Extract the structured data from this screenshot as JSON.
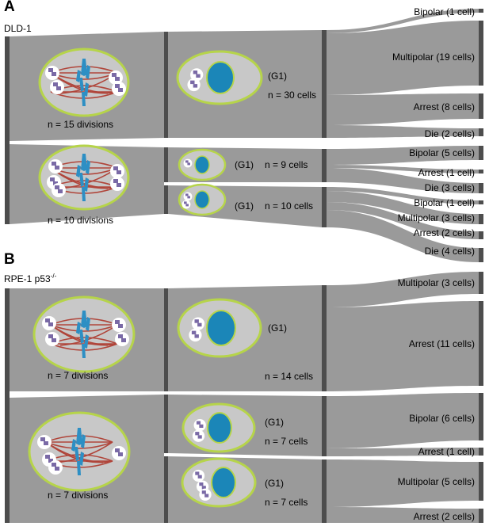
{
  "panels": [
    {
      "letter": "A",
      "cell_line": "DLD-1",
      "cell_line_sup": "",
      "groups": [
        {
          "divisions": "n = 15 divisions",
          "spindle": "multipolar",
          "daughters": [
            {
              "phase": "(G1)",
              "count": "n = 30 cells",
              "size": "large"
            }
          ],
          "outcomes": [
            {
              "label": "Bipolar (1 cell)",
              "cells": 1
            },
            {
              "label": "Multipolar (19 cells)",
              "cells": 19
            },
            {
              "label": "Arrest (8 cells)",
              "cells": 8
            },
            {
              "label": "Die (2 cells)",
              "cells": 2
            }
          ]
        },
        {
          "divisions": "n = 10 divisions",
          "spindle": "multipolar",
          "daughters": [
            {
              "phase": "(G1)",
              "count": "n = 9 cells",
              "size": "small",
              "outcomes": [
                {
                  "label": "Bipolar (5 cells)",
                  "cells": 5
                },
                {
                  "label": "Arrest (1 cell)",
                  "cells": 1
                },
                {
                  "label": "Die (3 cells)",
                  "cells": 3
                }
              ]
            },
            {
              "phase": "(G1)",
              "count": "n = 10 cells",
              "size": "small",
              "outcomes": [
                {
                  "label": "Bipolar (1 cell)",
                  "cells": 1
                },
                {
                  "label": "Multipolar (3 cells)",
                  "cells": 3
                },
                {
                  "label": "Arrest (2 cells)",
                  "cells": 2
                },
                {
                  "label": "Die (4 cells)",
                  "cells": 4
                }
              ]
            }
          ]
        }
      ]
    },
    {
      "letter": "B",
      "cell_line": "RPE-1 p53",
      "cell_line_sup": "-/-",
      "groups": [
        {
          "divisions": "n = 7 divisions",
          "spindle": "multipolar",
          "daughters": [
            {
              "phase": "(G1)",
              "count": "n = 14 cells",
              "size": "large"
            }
          ],
          "outcomes": [
            {
              "label": "Multipolar (3 cells)",
              "cells": 3
            },
            {
              "label": "Arrest (11 cells)",
              "cells": 11
            }
          ]
        },
        {
          "divisions": "n = 7 divisions",
          "spindle": "multipolar",
          "daughters": [
            {
              "phase": "(G1)",
              "count": "n = 7 cells",
              "size": "medium",
              "outcomes": [
                {
                  "label": "Bipolar (6 cells)",
                  "cells": 6
                },
                {
                  "label": "Arrest (1 cell)",
                  "cells": 1
                }
              ]
            },
            {
              "phase": "(G1)",
              "count": "n = 7 cells",
              "size": "medium",
              "outcomes": [
                {
                  "label": "Multipolar (5 cells)",
                  "cells": 5
                },
                {
                  "label": "Arrest (2 cells)",
                  "cells": 2
                }
              ]
            }
          ]
        }
      ]
    }
  ],
  "colors": {
    "flow": "#9a9a9a",
    "node_bar": "#4d4d4d",
    "cell_fill": "#c8c8c8",
    "cell_outline": "#b6d44a",
    "nucleus": "#1b86b8",
    "chromosome": "#2d8fc4",
    "spindle": "#b0453a",
    "centrosome": "#7a6aa6"
  }
}
